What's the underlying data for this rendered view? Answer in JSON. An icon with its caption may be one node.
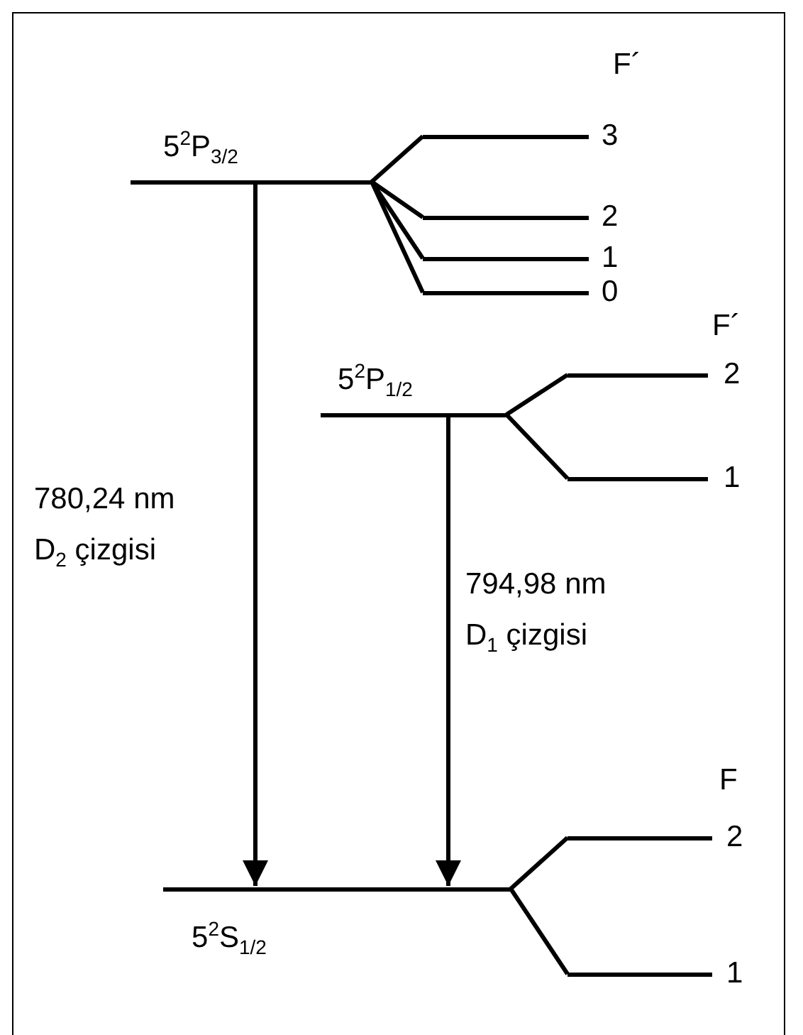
{
  "diagram": {
    "nodes": [
      {
        "text": [
          "5$^{2}$P$_{3/2}$"
        ]
      },
      {
        "text": [
          "3"
        ]
      },
      {
        "text": [
          "2"
        ]
      },
      {
        "text": [
          "1"
        ]
      },
      {
        "text": [
          "0"
        ]
      },
      {
        "text": [
          "5$^{2}$P$_{1/2}$"
        ]
      },
      {
        "text": [
          "2"
        ]
      },
      {
        "text": [
          "1"
        ]
      },
      {
        "text": [
          "5$^{2}$S$_{1/2}$"
        ]
      },
      {
        "text": [
          "2"
        ]
      },
      {
        "text": [
          "1"
        ]
      }
    ],
    "edges": [
      {
        "from": 0,
        "to": 1,
        "arrow": "none"
      },
      {
        "from": 0,
        "to": 2,
        "arrow": "none"
      },
      {
        "from": 0,
        "to": 3,
        "arrow": "none"
      },
      {
        "from": 0,
        "to": 4,
        "arrow": "none"
      },
      {
        "from": 5,
        "to": 6,
        "arrow": "none"
      },
      {
        "from": 5,
        "to": 7,
        "arrow": "none"
      },
      {
        "from": 8,
        "to": 9,
        "arrow": "none"
      },
      {
        "from": 8,
        "to": 10,
        "arrow": "none"
      },
      {
        "from": 0,
        "to": 8,
        "arrow": "to",
        "label": "780,24 nm D$_{2}$ çizgisi"
      },
      {
        "from": 5,
        "to": 8,
        "arrow": "to",
        "label": "794,98 nm D$_{1}$ çizgisi"
      }
    ],
    "labels": [
      "F´",
      "F´",
      "F"
    ]
  }
}
